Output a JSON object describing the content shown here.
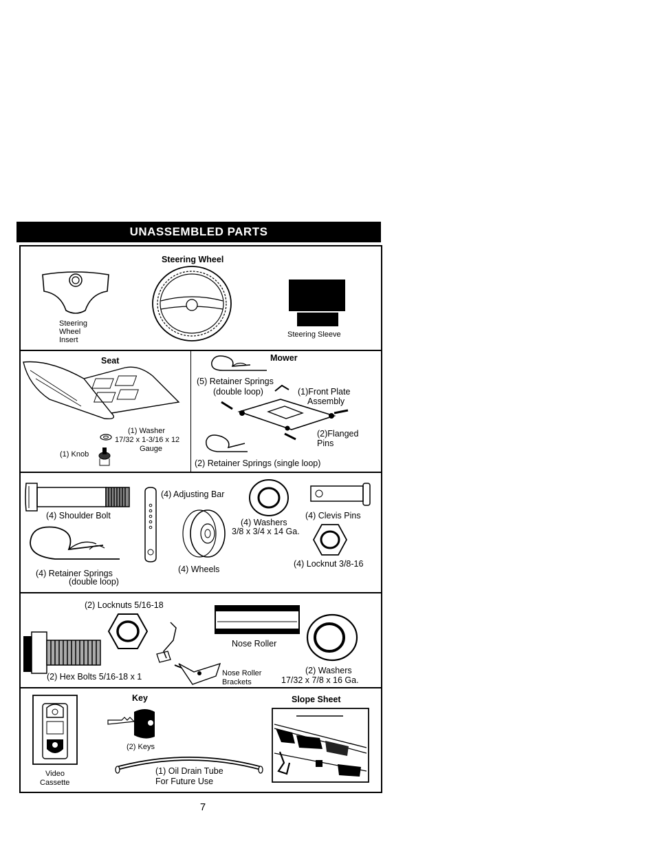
{
  "header": {
    "title": "UNASSEMBLED PARTS"
  },
  "row1": {
    "steering_wheel": "Steering Wheel",
    "insert_line1": "Steering",
    "insert_line2": "Wheel",
    "insert_line3": "Insert",
    "sleeve": "Steering Sleeve"
  },
  "row2": {
    "seat": "Seat",
    "washer_line1": "(1) Washer",
    "washer_line2": "17/32 x 1-3/16 x 12",
    "washer_line3": "Gauge",
    "knob": "(1) Knob",
    "mower": "Mower",
    "springs_line1": "(5)  Retainer Springs",
    "springs_line2": "(double loop)",
    "front_plate_line1": "(1)Front Plate",
    "front_plate_line2": "Assembly",
    "flanged_line1": "(2)Flanged",
    "flanged_line2": "Pins",
    "single_loop": "(2)  Retainer Springs (single loop)"
  },
  "row3": {
    "shoulder_bolt": "(4) Shoulder Bolt",
    "adjusting_bar": "(4) Adjusting Bar",
    "washers_line1": "(4) Washers",
    "washers_line2": "3/8 x 3/4 x 14 Ga.",
    "clevis_pins": "(4) Clevis Pins",
    "retainer_line1": "(4)  Retainer Springs",
    "retainer_line2": "(double loop)",
    "wheels": "(4) Wheels",
    "locknut": "(4) Locknut  3/8-16"
  },
  "row4": {
    "locknuts": "(2) Locknuts  5/16-18",
    "nose_roller": "Nose Roller",
    "hex_bolts": "(2) Hex Bolts  5/16-18 x 1",
    "brackets_line1": "Nose Roller",
    "brackets_line2": "Brackets",
    "washers_line1": "(2) Washers",
    "washers_line2": "17/32 x 7/8 x 16 Ga."
  },
  "row5": {
    "key": "Key",
    "keys": "(2) Keys",
    "video_line1": "Video",
    "video_line2": "Cassette",
    "tube_line1": "(1) Oil Drain Tube",
    "tube_line2": "For Future Use",
    "slope_sheet": "Slope Sheet"
  },
  "page_number": "7"
}
